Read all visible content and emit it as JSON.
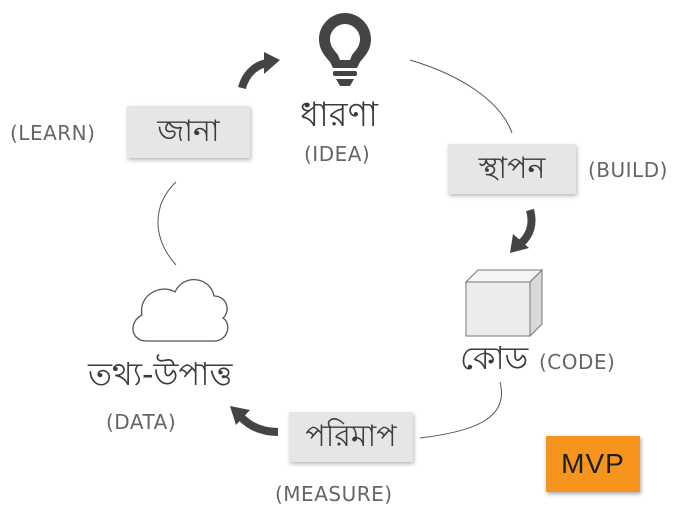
{
  "nodes": {
    "idea": {
      "bangla": "ধারণা",
      "english": "(IDEA)",
      "icon": "lightbulb-icon"
    },
    "build": {
      "bangla": "স্থাপন",
      "english": "(BUILD)"
    },
    "code": {
      "bangla": "কোড",
      "english": "(CODE)",
      "icon": "cube-icon"
    },
    "measure": {
      "bangla": "পরিমাপ",
      "english": "(MEASURE)"
    },
    "data": {
      "bangla": "তথ্য-উপাত্ত",
      "english": "(DATA)",
      "icon": "cloud-icon"
    },
    "learn": {
      "bangla": "জানা",
      "english": "(LEARN)"
    }
  },
  "badge": {
    "label": "MVP"
  },
  "colors": {
    "text": "#3b3b3b",
    "english_text": "#666666",
    "box_fill": "#e6e6e6",
    "arrow": "#444444",
    "mvp": "#f7941d"
  }
}
